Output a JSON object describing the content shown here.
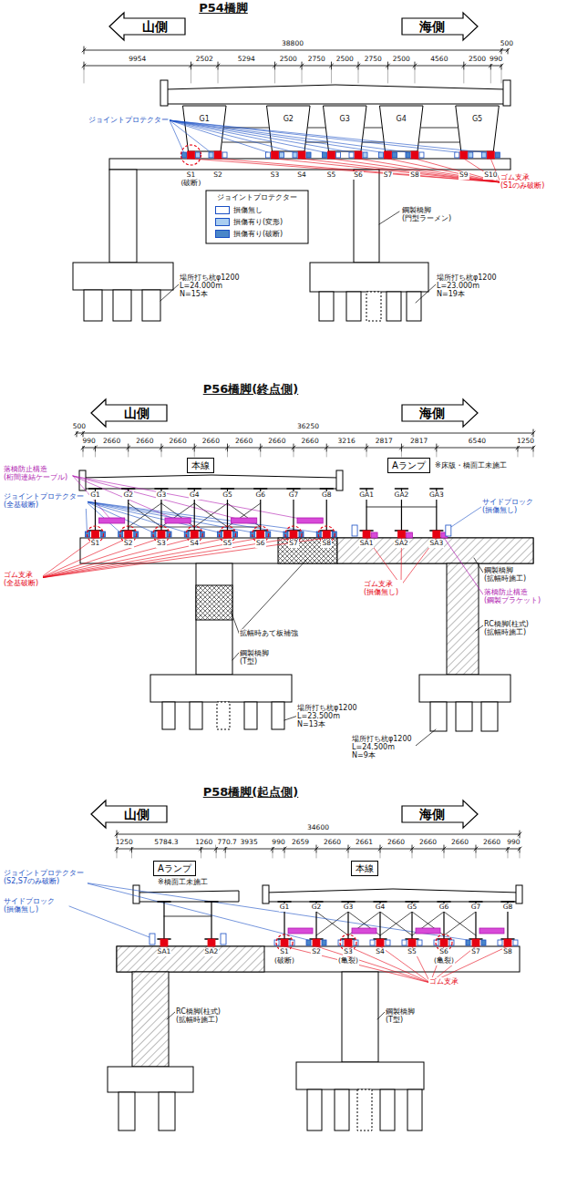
{
  "diagram": {
    "nodes": [
      {
        "text": [
          "山側"
        ]
      },
      {
        "text": [
          "海側"
        ]
      },
      {
        "text": [
          "山側"
        ]
      },
      {
        "text": [
          "海側"
        ]
      },
      {
        "text": [
          "本線"
        ]
      },
      {
        "text": [
          "Aランプ"
        ]
      },
      {
        "text": [
          "山側"
        ]
      },
      {
        "text": [
          "海側"
        ]
      },
      {
        "text": [
          "Aランプ"
        ]
      },
      {
        "text": [
          "本線"
        ]
      }
    ],
    "labels": [
      "P54橋脚",
      "38800",
      "500",
      "9954",
      "2502",
      "5294",
      "2500",
      "2750",
      "2500",
      "2750",
      "2500",
      "4560",
      "2500",
      "990",
      "G1",
      "G2",
      "G3",
      "G4",
      "G5",
      "ジョイントプロテクター",
      "S1",
      "S2",
      "S3",
      "S4",
      "S5",
      "S6",
      "S7",
      "S8",
      "S9",
      "S10",
      "(破断)",
      "ゴム支承 (S1のみ破断)",
      "鋼製橋脚 (門型ラーメン)",
      "場所打ち杭φ1200 L=24.000m N=15本",
      "場所打ち杭φ1200 L=23.000m N=19本",
      "ジョイントプロテクター",
      "P56橋脚(終点側)",
      "500",
      "36250",
      "990",
      "2660",
      "2660",
      "2660",
      "2660",
      "2660",
      "2660",
      "2660",
      "3216",
      "2817",
      "2817",
      "6540",
      "1250",
      "※床版・橋面工未施工",
      "落橋防止構造 (桁間連結ケーブル)",
      "ジョイントプロテクター (全基破断)",
      "サイドブロック (損傷無し)",
      "G1",
      "G2",
      "G3",
      "G4",
      "G5",
      "G6",
      "G7",
      "G8",
      "GA1",
      "GA2",
      "GA3",
      "S1",
      "S2",
      "S3",
      "S4",
      "S5",
      "S6",
      "S7",
      "S8",
      "SA1",
      "SA2",
      "SA3",
      "鋼製橋脚 (拡幅時施工)",
      "落橋防止構造 (鋼製ブラケット)",
      "ゴム支承 (全基破断)",
      "ゴム支承 (損傷無し)",
      "RC橋脚(柱式) (拡幅時施工)",
      "拡幅時あて板補強",
      "鋼製橋脚 (T型)",
      "場所打ち杭φ1200 L=23.500m N=13本",
      "場所打ち杭φ1200 L=24.500m N=9本",
      "P58橋脚(起点側)",
      "34600",
      "1250",
      "5784.3",
      "1260",
      "770.7",
      "3935",
      "990",
      "2659",
      "2660",
      "2661",
      "2660",
      "2660",
      "2660",
      "2660",
      "990",
      "ジョイントプロテクター (S2,S7のみ破断)",
      "サイドブロック (損傷無し)",
      "※橋面工未施工",
      "G1",
      "G2",
      "G3",
      "G4",
      "G5",
      "G6",
      "G7",
      "G8",
      "SA1",
      "SA2",
      "S1",
      "S2",
      "S3",
      "S4",
      "S5",
      "S6",
      "S7",
      "S8",
      "(破断)",
      "(亀裂)",
      "(亀裂)",
      "ゴム支承",
      "RC橋脚(柱式) (拡幅時施工)",
      "鋼製橋脚 (T型)"
    ],
    "legend": [
      {
        "text": "損傷無し",
        "color": "#ffffff"
      },
      {
        "text": "損傷有り(変形)",
        "color": "#a9cdf0"
      },
      {
        "text": "損傷有り(破断)",
        "color": "#4a86c8"
      }
    ]
  }
}
